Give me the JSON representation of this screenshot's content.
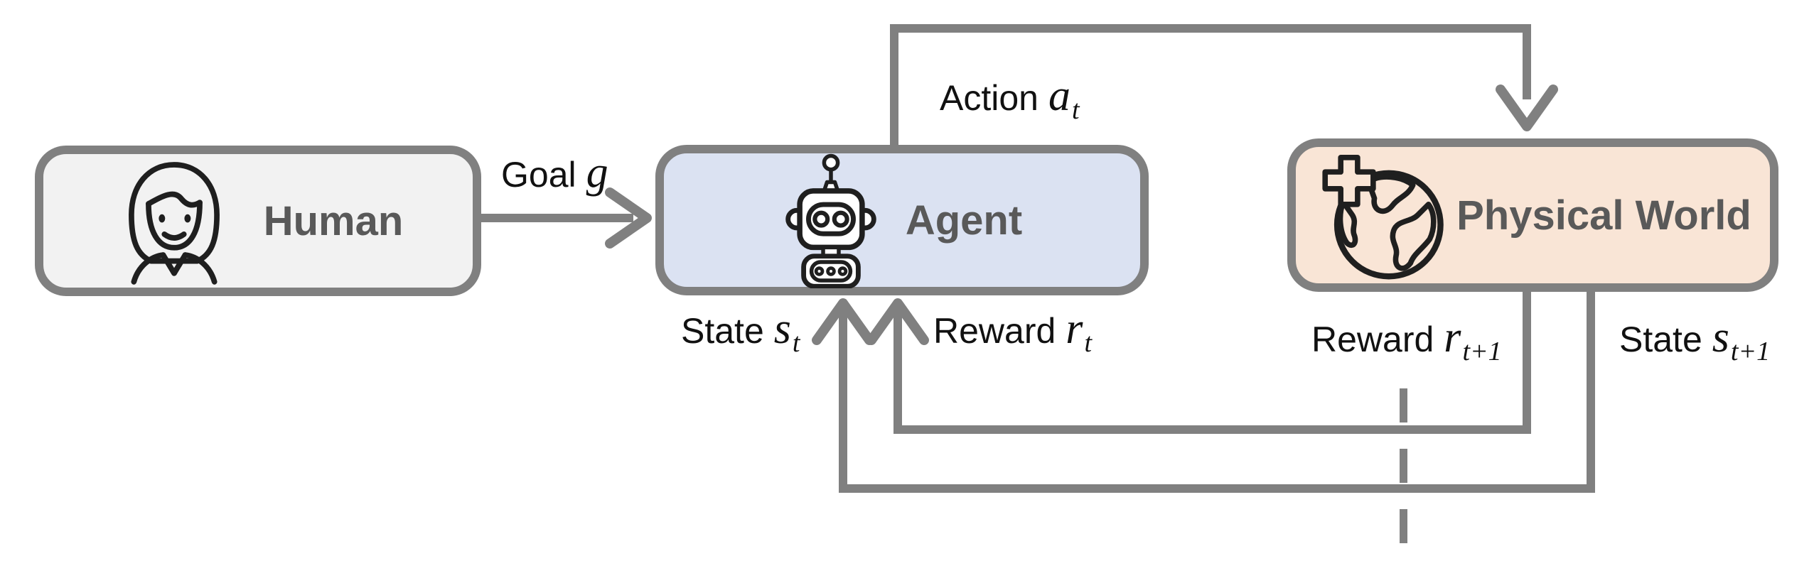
{
  "diagram": {
    "title": "Agent - Physical World reinforcement learning interaction loop",
    "boxes": {
      "human": {
        "label": "Human",
        "icon": "woman-icon"
      },
      "agent": {
        "label": "Agent",
        "icon": "robot-icon"
      },
      "world": {
        "label": "Physical World",
        "icon": "globe-puzzle-icon"
      }
    },
    "edges": {
      "goal": {
        "prefix": "Goal",
        "symbol": "g",
        "subscript": ""
      },
      "action": {
        "prefix": "Action",
        "symbol": "a",
        "subscript": "t"
      },
      "state_t": {
        "prefix": "State",
        "symbol": "s",
        "subscript": "t"
      },
      "reward_t": {
        "prefix": "Reward",
        "symbol": "r",
        "subscript": "t"
      },
      "reward_t1": {
        "prefix": "Reward",
        "symbol": "r",
        "subscript": "t+1"
      },
      "state_t1": {
        "prefix": "State",
        "symbol": "s",
        "subscript": "t+1"
      }
    },
    "colors": {
      "line": "#808080",
      "border": "#808080",
      "human_fill": "#f2f2f2",
      "agent_fill": "#dbe2f2",
      "world_fill": "#f9e5d6",
      "box_label": "#595959",
      "edge_label": "#111111",
      "icon_stroke": "#1f1f1f",
      "background": "#ffffff"
    }
  }
}
